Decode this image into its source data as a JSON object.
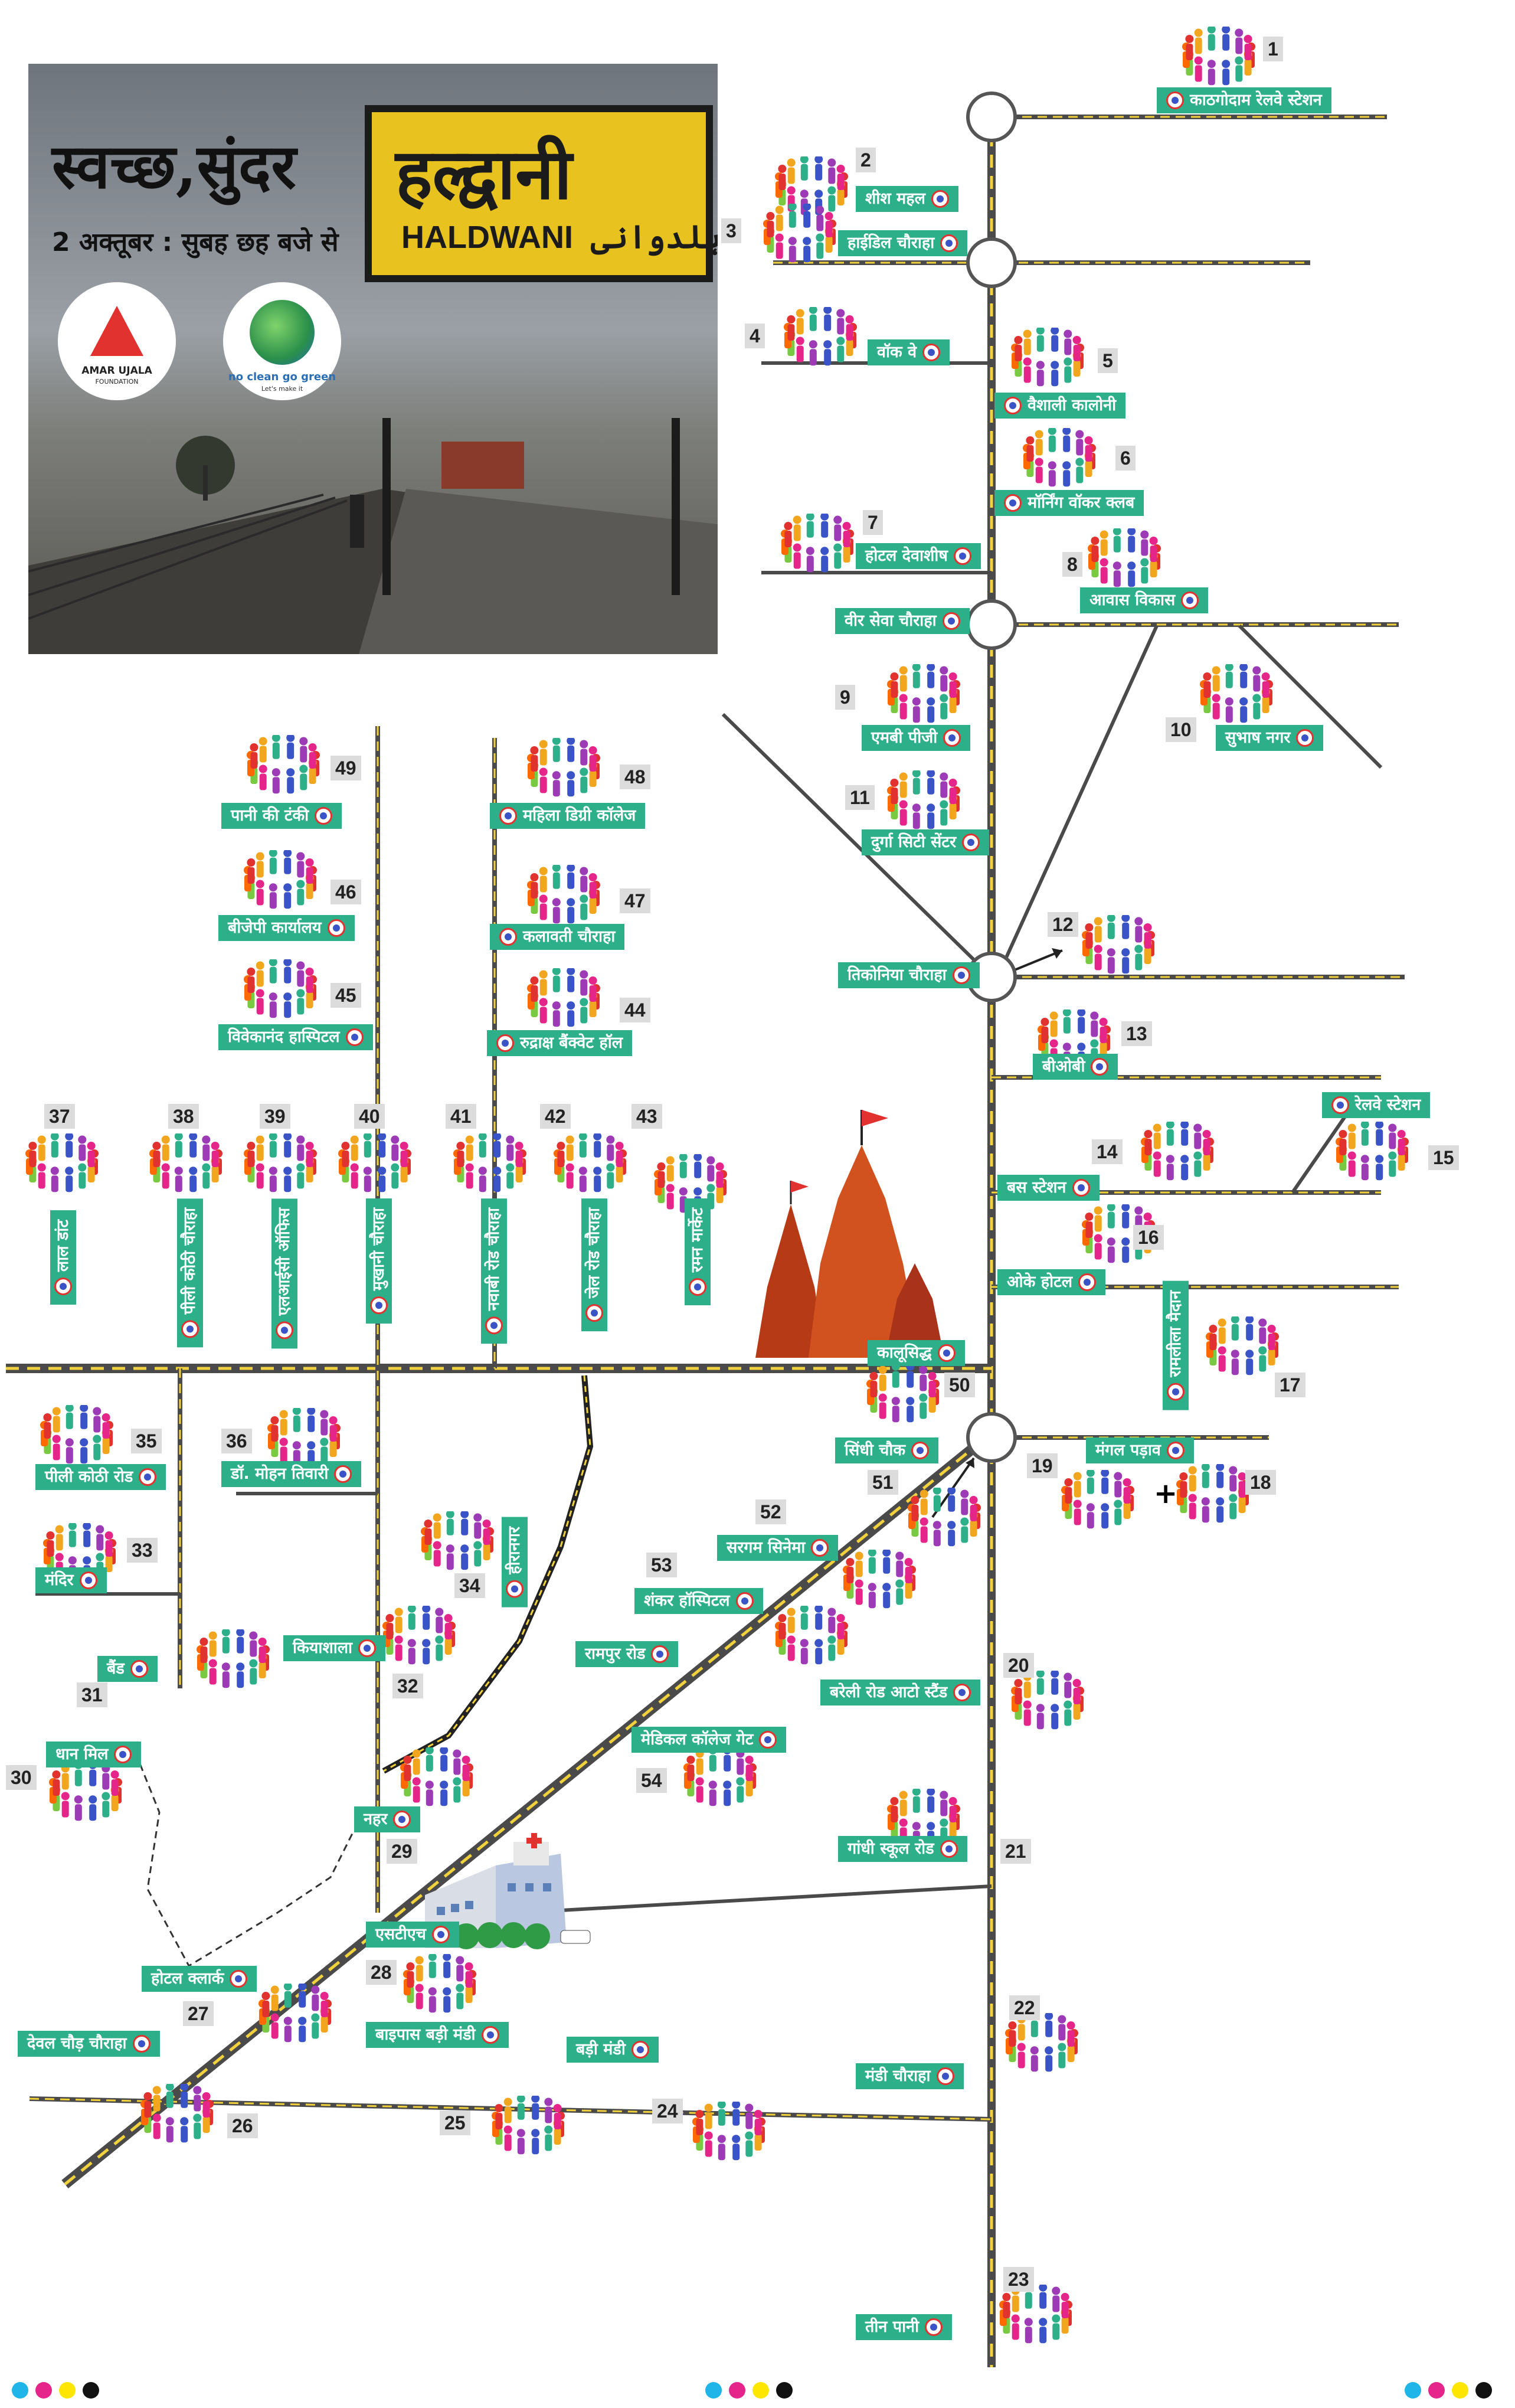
{
  "banner": {
    "headline": "स्वच्छ,सुंदर",
    "subline": "2 अक्तूबर : सुबह छह बजे से",
    "board_hindi": "हल्द्वानी",
    "board_english": "HALDWANI",
    "board_urdu": "ہلدوانی",
    "logo_left_name": "AMAR UJALA",
    "logo_left_sub": "FOUNDATION",
    "logo_right_name": "no clean go green",
    "logo_right_sub": "Let's make it"
  },
  "locations": [
    {
      "num": "1",
      "label": "काठगोदाम रेलवे स्टेशन"
    },
    {
      "num": "2",
      "label": "शीश महल"
    },
    {
      "num": "3",
      "label": "हाईडिल चौराहा"
    },
    {
      "num": "4",
      "label": "वॉक वे"
    },
    {
      "num": "5",
      "label": "वैशाली कालोनी"
    },
    {
      "num": "6",
      "label": "मॉर्निंग वॉकर क्लब"
    },
    {
      "num": "7",
      "label": "होटल देवाशीष"
    },
    {
      "num": "8",
      "label": "आवास विकास"
    },
    {
      "num": "",
      "label": "वीर सेवा चौराहा"
    },
    {
      "num": "9",
      "label": "एमबी पीजी"
    },
    {
      "num": "10",
      "label": "सुभाष नगर"
    },
    {
      "num": "11",
      "label": "दुर्गा सिटी सेंटर"
    },
    {
      "num": "12",
      "label": "तिकोनिया चौराहा"
    },
    {
      "num": "13",
      "label": "बीओबी"
    },
    {
      "num": "14",
      "label": "बस स्टेशन"
    },
    {
      "num": "15",
      "label": "रेलवे स्टेशन"
    },
    {
      "num": "16",
      "label": "ओके होटल"
    },
    {
      "num": "17",
      "label": "रामलीला मैदान"
    },
    {
      "num": "",
      "label": "कालूसिद्ध"
    },
    {
      "num": "50",
      "label": "सिंधी चौक"
    },
    {
      "num": "18",
      "label": "मंगल पड़ाव"
    },
    {
      "num": "19",
      "label": "+"
    },
    {
      "num": "20",
      "label": "बरेली रोड आटो स्टैंड"
    },
    {
      "num": "21",
      "label": "गांधी स्कूल रोड"
    },
    {
      "num": "22",
      "label": "मंडी चौराहा"
    },
    {
      "num": "23",
      "label": "तीन पानी"
    },
    {
      "num": "24",
      "label": "बड़ी मंडी"
    },
    {
      "num": "25",
      "label": "बाइपास बड़ी मंडी"
    },
    {
      "num": "26",
      "label": "देवल चौड़ चौराहा"
    },
    {
      "num": "27",
      "label": "होटल क्लार्क"
    },
    {
      "num": "28",
      "label": "एसटीएच"
    },
    {
      "num": "29",
      "label": "नहर"
    },
    {
      "num": "30",
      "label": "धान मिल"
    },
    {
      "num": "31",
      "label": "बैंड"
    },
    {
      "num": "32",
      "label": "कियाशाला"
    },
    {
      "num": "33",
      "label": "मंदिर"
    },
    {
      "num": "34",
      "label": "हीरानगर"
    },
    {
      "num": "35",
      "label": "पीली कोठी रोड"
    },
    {
      "num": "36",
      "label": "डॉ. मोहन तिवारी"
    },
    {
      "num": "37",
      "label": "लाल डांट"
    },
    {
      "num": "38",
      "label": "पीली कोठी चौराहा"
    },
    {
      "num": "39",
      "label": "एलआईसी ऑफिस"
    },
    {
      "num": "40",
      "label": "मुखानी चौराहा"
    },
    {
      "num": "41",
      "label": "नवाबी रोड चौराहा"
    },
    {
      "num": "42",
      "label": "जेल रोड चौराहा"
    },
    {
      "num": "43",
      "label": "रमन मार्केट"
    },
    {
      "num": "44",
      "label": "रुद्राक्ष बैंक्वेट हॉल"
    },
    {
      "num": "45",
      "label": "विवेकानंद हास्पिटल"
    },
    {
      "num": "46",
      "label": "बीजेपी कार्यालय"
    },
    {
      "num": "47",
      "label": "कलावती चौराहा"
    },
    {
      "num": "48",
      "label": "महिला डिग्री कॉलेज"
    },
    {
      "num": "49",
      "label": "पानी की टंकी"
    },
    {
      "num": "51",
      "label": ""
    },
    {
      "num": "52",
      "label": "सरगम सिनेमा"
    },
    {
      "num": "53",
      "label": "शंकर हॉस्पिटल"
    },
    {
      "num": "",
      "label": "रामपुर रोड"
    },
    {
      "num": "54",
      "label": "मेडिकल कॉलेज गेट"
    }
  ],
  "colors": {
    "label_bg": "#2db08a",
    "road": "#4a4a4a",
    "road_dash": "#f2d23c",
    "pin_ring": "#e2322f",
    "pin_dot": "#3a54c8",
    "temple": "#c8461c"
  }
}
